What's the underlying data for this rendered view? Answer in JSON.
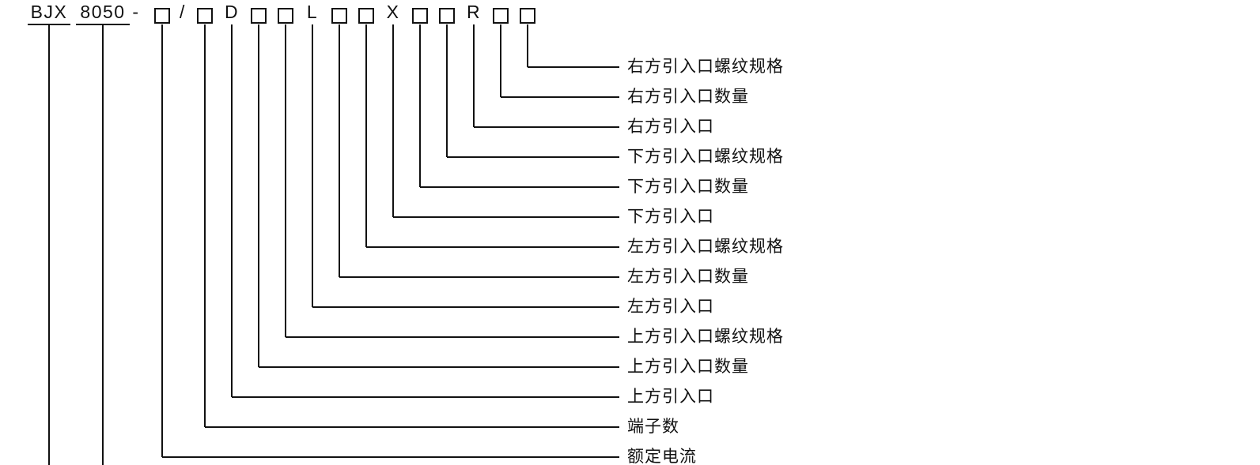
{
  "diagram": {
    "type": "model-designation-key",
    "ink_color": "#111111",
    "background_color": "#ffffff",
    "model_prefix": "BJX 8050",
    "code_parts": [
      {
        "kind": "text",
        "text": "BJX",
        "underline": true,
        "connector": "offscreen",
        "callout": null
      },
      {
        "kind": "text",
        "text": "8050",
        "underline": true,
        "connector": "offscreen",
        "callout": null
      },
      {
        "kind": "text",
        "text": "-",
        "underline": false,
        "connector": "none",
        "callout": null
      },
      {
        "kind": "box",
        "underline": false,
        "connector": "label",
        "callout": "额定电流"
      },
      {
        "kind": "text",
        "text": "/",
        "underline": false,
        "connector": "none",
        "callout": null
      },
      {
        "kind": "box",
        "underline": false,
        "connector": "label",
        "callout": "端子数"
      },
      {
        "kind": "text",
        "text": "D",
        "underline": false,
        "connector": "label",
        "callout": "上方引入口"
      },
      {
        "kind": "box",
        "underline": false,
        "connector": "label",
        "callout": "上方引入口数量"
      },
      {
        "kind": "box",
        "underline": false,
        "connector": "label",
        "callout": "上方引入口螺纹规格"
      },
      {
        "kind": "text",
        "text": "L",
        "underline": false,
        "connector": "label",
        "callout": "左方引入口"
      },
      {
        "kind": "box",
        "underline": false,
        "connector": "label",
        "callout": "左方引入口数量"
      },
      {
        "kind": "box",
        "underline": false,
        "connector": "label",
        "callout": "左方引入口螺纹规格"
      },
      {
        "kind": "text",
        "text": "X",
        "underline": false,
        "connector": "label",
        "callout": "下方引入口"
      },
      {
        "kind": "box",
        "underline": false,
        "connector": "label",
        "callout": "下方引入口数量"
      },
      {
        "kind": "box",
        "underline": false,
        "connector": "label",
        "callout": "下方引入口螺纹规格"
      },
      {
        "kind": "text",
        "text": "R",
        "underline": false,
        "connector": "label",
        "callout": "右方引入口"
      },
      {
        "kind": "box",
        "underline": false,
        "connector": "label",
        "callout": "右方引入口数量"
      },
      {
        "kind": "box",
        "underline": false,
        "connector": "label",
        "callout": "右方引入口螺纹规格"
      }
    ],
    "callouts_top_to_bottom": [
      "右方引入口螺纹规格",
      "右方引入口数量",
      "右方引入口",
      "下方引入口螺纹规格",
      "下方引入口数量",
      "下方引入口",
      "左方引入口螺纹规格",
      "左方引入口数量",
      "左方引入口",
      "上方引入口螺纹规格",
      "上方引入口数量",
      "上方引入口",
      "端子数",
      "额定电流"
    ]
  }
}
